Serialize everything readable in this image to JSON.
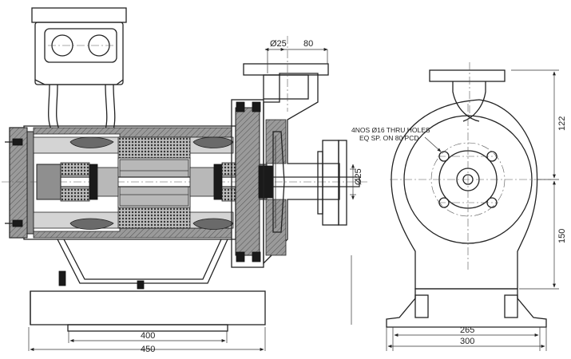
{
  "dimensions": {
    "inlet_dia": "Ø25",
    "inlet_offset": "80",
    "shaft_dia": "Ø25",
    "hole_note_line1": "4NOS Ø16 THRU HOLES",
    "hole_note_line2": "EQ SP. ON 80 PCD",
    "height_upper": "122",
    "height_lower": "150",
    "base_inner_side": "400",
    "base_outer_side": "450",
    "base_inner_end": "265",
    "base_outer_end": "300"
  },
  "icons": {
    "arrow": "dimension-arrowhead"
  }
}
